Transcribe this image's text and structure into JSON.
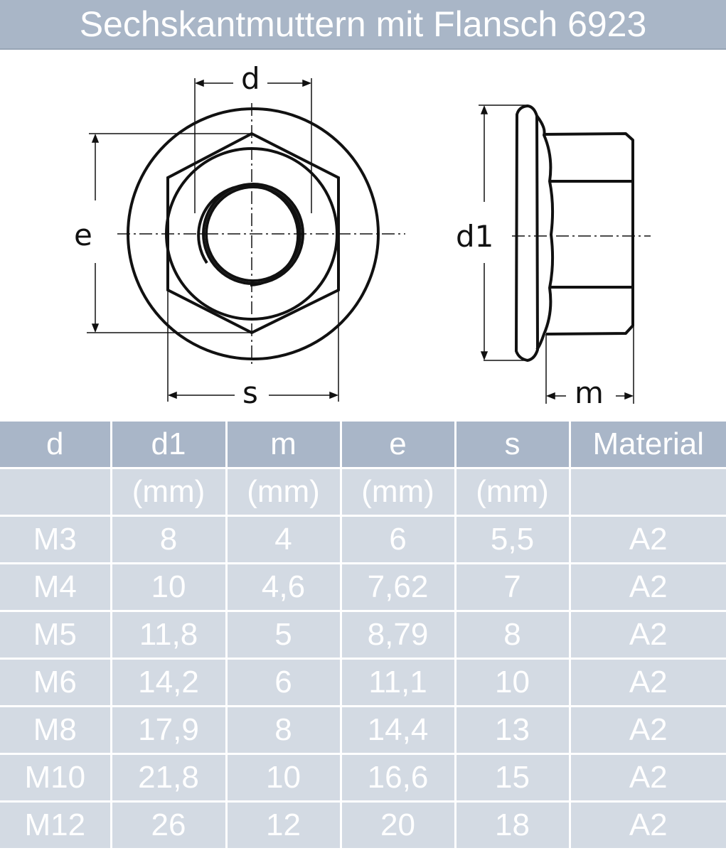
{
  "header": {
    "title": "Sechskantmuttern mit Flansch 6923"
  },
  "drawing": {
    "front_view_labels": {
      "d": "d",
      "e": "e",
      "s": "s"
    },
    "side_view_labels": {
      "d1": "d1",
      "m": "m"
    },
    "line_color": "#111111"
  },
  "table": {
    "columns": [
      {
        "label": "d",
        "unit": ""
      },
      {
        "label": "d1",
        "unit": "(mm)"
      },
      {
        "label": "m",
        "unit": "(mm)"
      },
      {
        "label": "e",
        "unit": "(mm)"
      },
      {
        "label": "s",
        "unit": "(mm)"
      },
      {
        "label": "Material",
        "unit": ""
      }
    ],
    "rows": [
      [
        "M3",
        "8",
        "4",
        "6",
        "5,5",
        "A2"
      ],
      [
        "M4",
        "10",
        "4,6",
        "7,62",
        "7",
        "A2"
      ],
      [
        "M5",
        "11,8",
        "5",
        "8,79",
        "8",
        "A2"
      ],
      [
        "M6",
        "14,2",
        "6",
        "11,1",
        "10",
        "A2"
      ],
      [
        "M8",
        "17,9",
        "8",
        "14,4",
        "13",
        "A2"
      ],
      [
        "M10",
        "21,8",
        "10",
        "16,6",
        "15",
        "A2"
      ],
      [
        "M12",
        "26",
        "12",
        "20",
        "18",
        "A2"
      ]
    ],
    "colors": {
      "header_bg": "#a9b6c8",
      "body_bg": "#d3dae3",
      "text": "#ffffff",
      "grid": "#ffffff"
    }
  }
}
